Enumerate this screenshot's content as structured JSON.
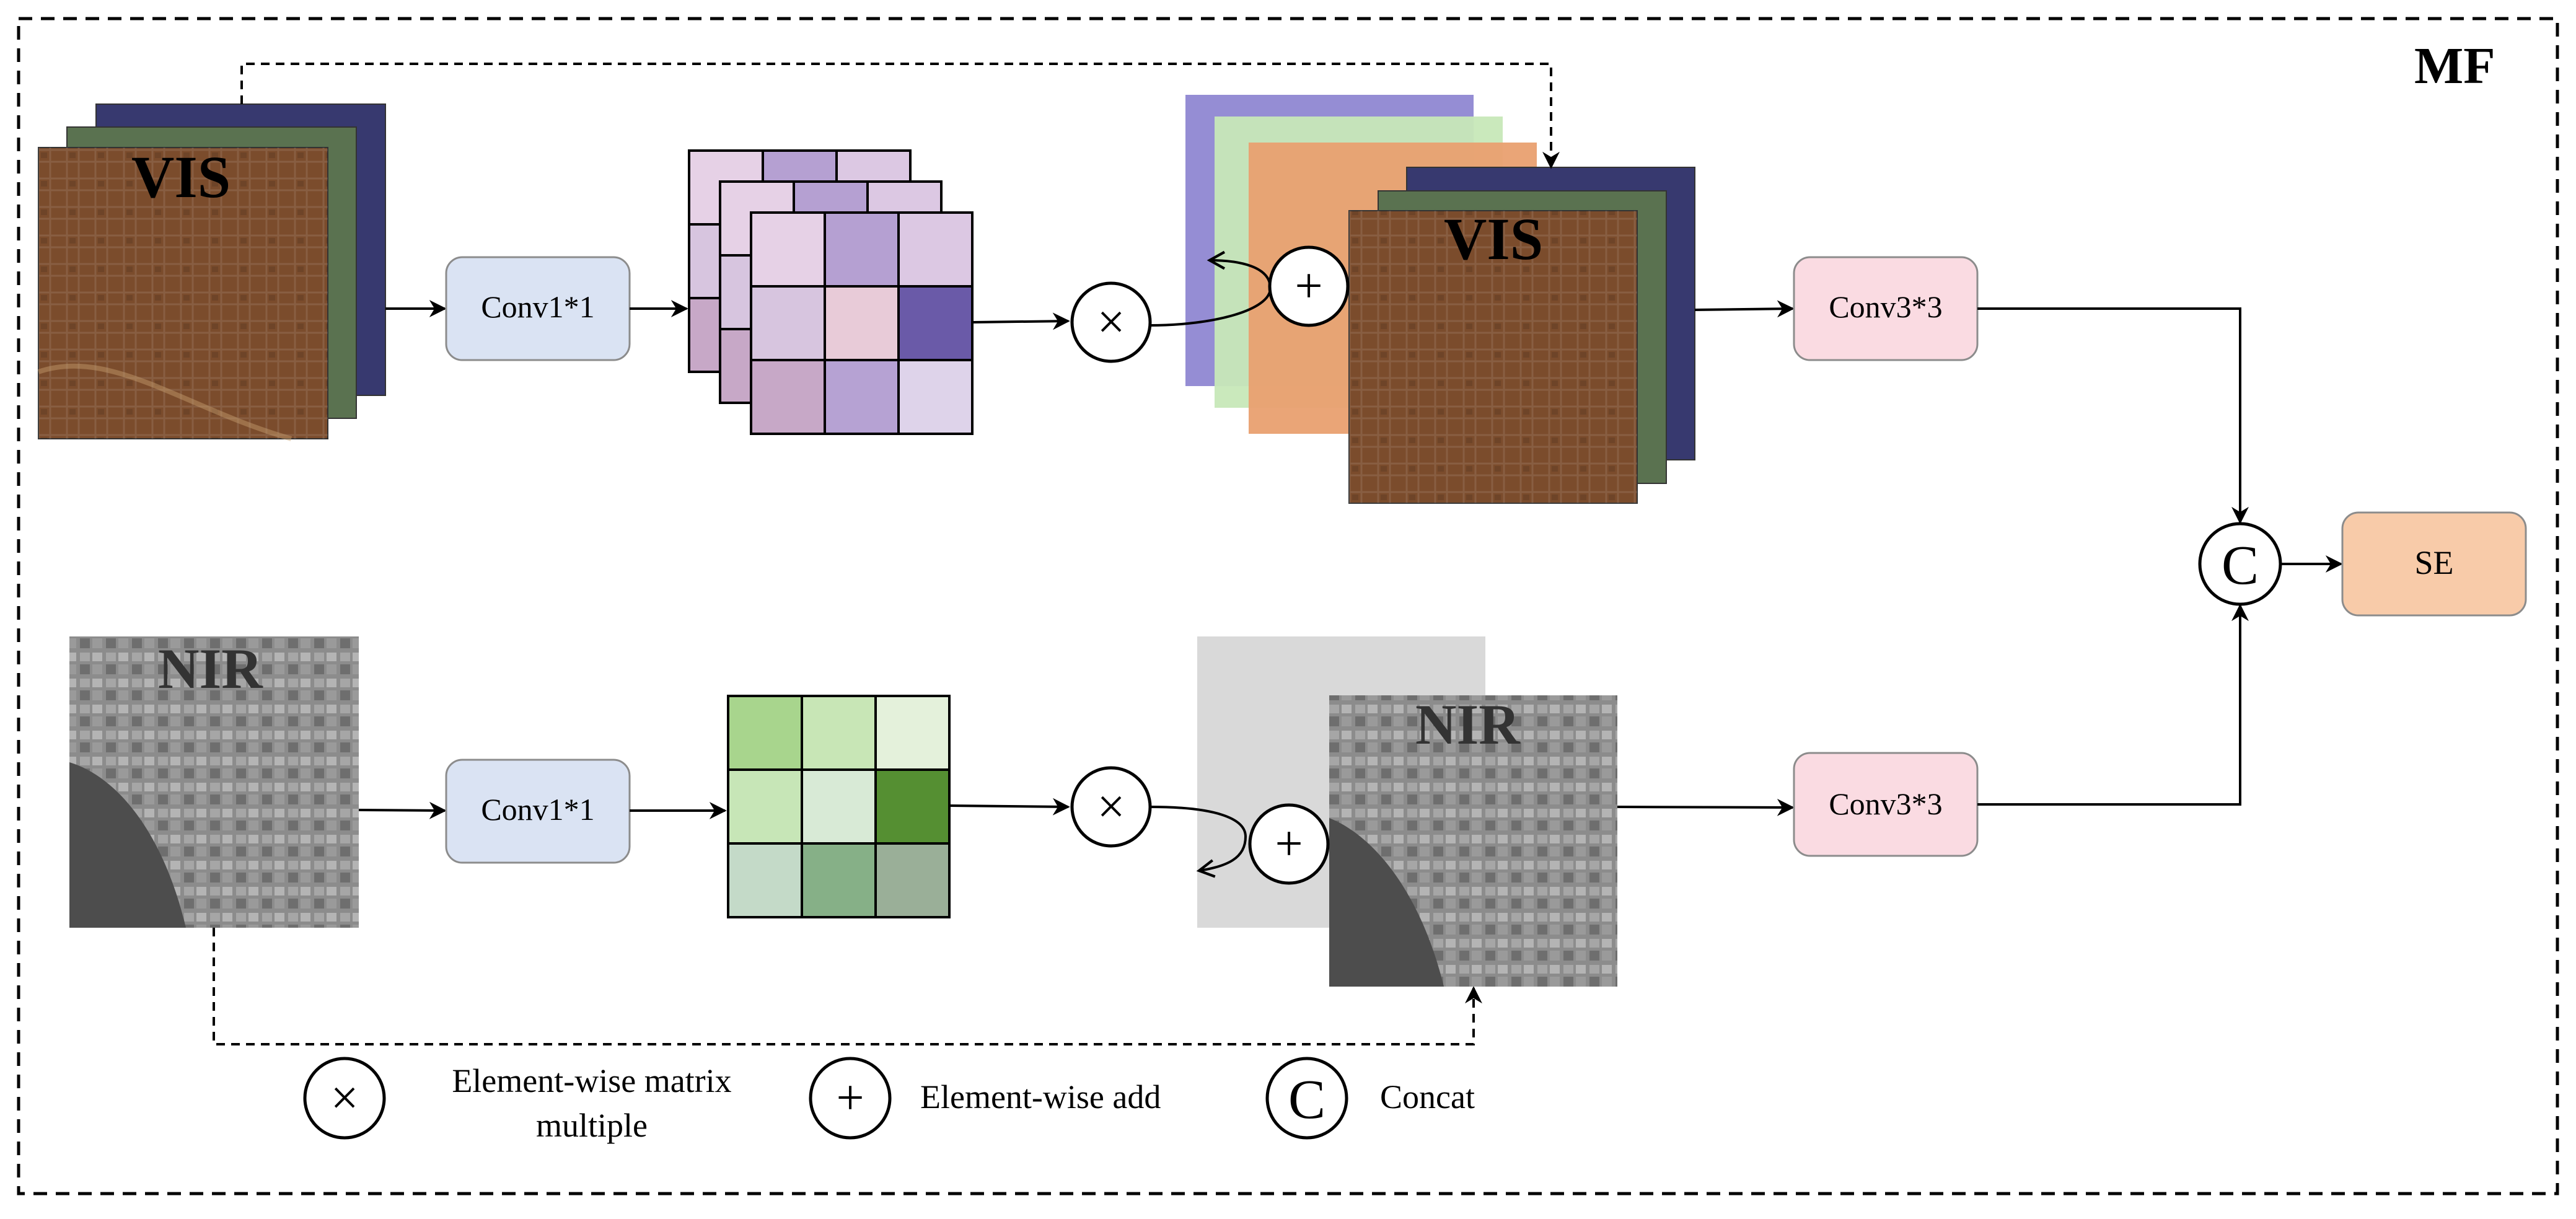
{
  "frame": {
    "label": "MF"
  },
  "vis": {
    "image_label": "VIS",
    "output_label": "VIS",
    "conv1_label": "Conv1*1",
    "conv3_label": "Conv3*3",
    "kernel_colors": [
      "#e6d1e6",
      "#b5a0d2",
      "#dcc8e3",
      "#d7c5df",
      "#e8cbd8",
      "#6a5aa8",
      "#c7a8c7",
      "#b6a2d3",
      "#ded3ea"
    ],
    "map_colors": [
      "#8f87d2",
      "#c7e8b8",
      "#e9a070"
    ]
  },
  "nir": {
    "image_label": "NIR",
    "output_label": "NIR",
    "conv1_label": "Conv1*1",
    "conv3_label": "Conv3*3",
    "kernel_colors": [
      "#a8d58d",
      "#c8e6b6",
      "#e4f1db",
      "#c7e6b7",
      "#d8ead6",
      "#558f32",
      "#c4dac8",
      "#86b087",
      "#9aaf98"
    ]
  },
  "ops": {
    "multiply_symbol": "×",
    "add_symbol": "+",
    "concat_symbol": "C"
  },
  "output": {
    "se_label": "SE"
  },
  "legend": [
    {
      "symbol": "×",
      "text": "Element-wise matrix",
      "text2": "multiple"
    },
    {
      "symbol": "+",
      "text": "Element-wise add"
    },
    {
      "symbol": "C",
      "text": "Concat"
    }
  ],
  "colors": {
    "conv1_fill": "#dae3f3",
    "conv3_fill": "#fadbe2",
    "se_fill": "#f8cba9",
    "vis_r": "#7b4c2c",
    "vis_g": "#5a7250",
    "vis_b": "#37396f",
    "nir_fill": "#8a8a8a",
    "nir_bg": "#d9d9d9"
  }
}
